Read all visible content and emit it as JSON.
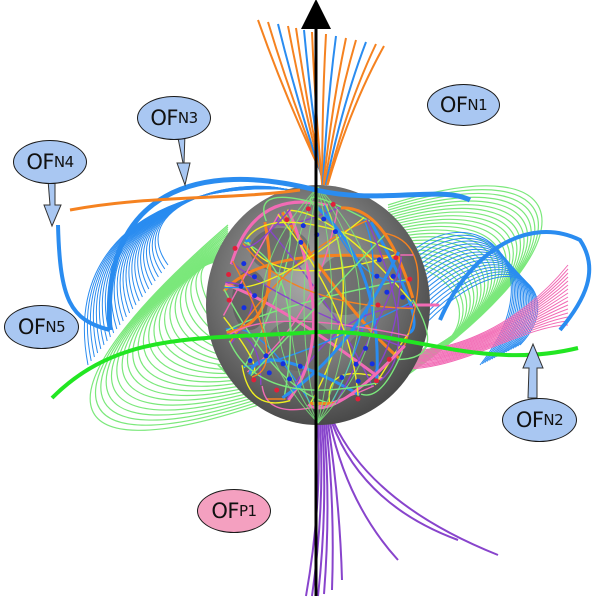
{
  "labels": {
    "n1": {
      "base": "OF",
      "sub": "N1"
    },
    "n2": {
      "base": "OF",
      "sub": "N2"
    },
    "n3": {
      "base": "OF",
      "sub": "N3"
    },
    "n4": {
      "base": "OF",
      "sub": "N4"
    },
    "n5": {
      "base": "OF",
      "sub": "N5"
    },
    "p1": {
      "base": "OF",
      "sub": "P1"
    }
  },
  "colors": {
    "negative_label": "#a9c7f2",
    "positive_label": "#f4a0c0",
    "blue_lines": "#2a8cf0",
    "green_lines": "#7be87b",
    "bright_green": "#22e622",
    "pink_lines": "#f26bb5",
    "yellow_lines": "#f0f020",
    "orange_lines": "#f58220",
    "purple_lines": "#8844cc",
    "axis": "#000000"
  }
}
